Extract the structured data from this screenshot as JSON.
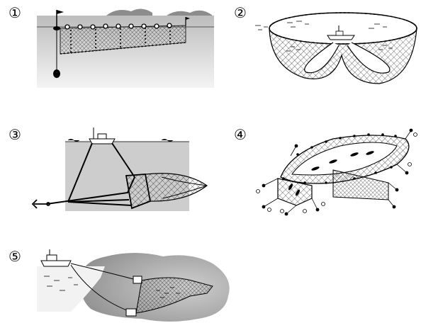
{
  "panels": [
    {
      "number": "①",
      "icon": "gillnet-icon"
    },
    {
      "number": "②",
      "icon": "purse-seine-icon"
    },
    {
      "number": "③",
      "icon": "anchored-stow-net-icon"
    },
    {
      "number": "④",
      "icon": "set-net-icon"
    },
    {
      "number": "⑤",
      "icon": "trawl-net-icon"
    }
  ],
  "colors": {
    "ink": "#000000",
    "water": "#d8d8d8",
    "land": "#9a9a9a"
  }
}
